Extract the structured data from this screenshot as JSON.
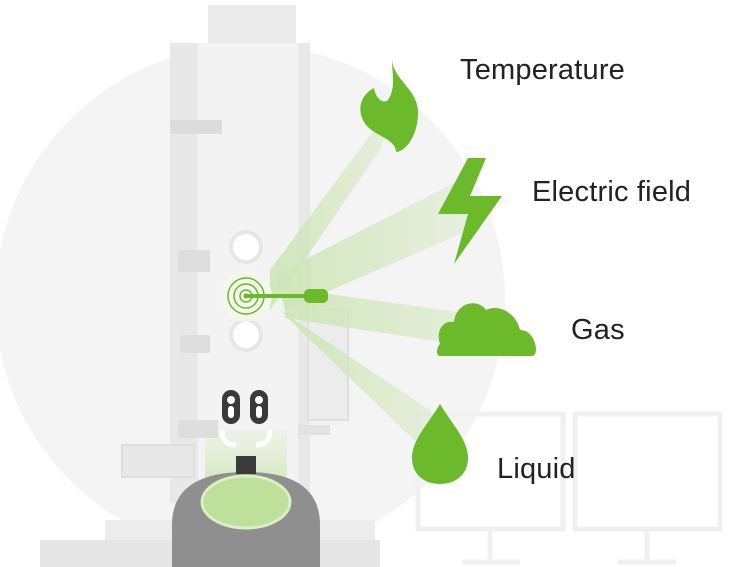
{
  "labels": {
    "temperature": "Temperature",
    "electric_field": "Electric field",
    "gas": "Gas",
    "liquid": "Liquid"
  },
  "icons": {
    "temperature": "flame-icon",
    "electric_field": "lightning-bolt-icon",
    "gas": "cloud-icon",
    "liquid": "droplet-icon"
  },
  "colors": {
    "accent_green": "#6cb92c",
    "beam_green": "#cfe6b8",
    "microscope_gray": "#e3e3e3",
    "base_dark_gray": "#8f8f8f",
    "text": "#222222"
  }
}
